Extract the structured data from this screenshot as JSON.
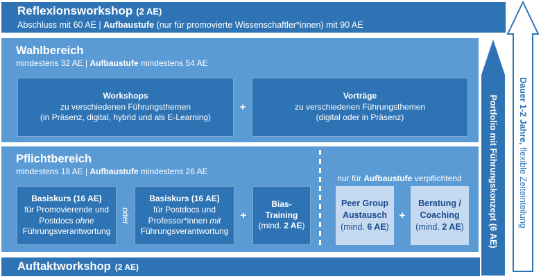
{
  "palette": {
    "dark_blue": "#2e74b5",
    "mid_blue": "#5b9bd5",
    "light_box_blue": "#c5daf0",
    "navy_text": "#1b4a8e",
    "white": "#ffffff"
  },
  "top_bar": {
    "title": "Reflexionsworkshop",
    "title_suffix": "(2 AE)",
    "subtitle_pre": "Abschluss mit 60 AE | ",
    "subtitle_bold": "Aufbaustufe",
    "subtitle_post": " (nur für promovierte Wissenschaftler*innen) mit 90 AE"
  },
  "wahlbereich": {
    "title": "Wahlbereich",
    "subtitle_pre": "mindestens 32 AE | ",
    "subtitle_bold": "Aufbaustufe",
    "subtitle_post": " mindestens 54 AE",
    "plus": "+",
    "box_workshops": {
      "title": "Workshops",
      "line2": "zu verschiedenen Führungsthemen",
      "line3": "(in Präsenz, digital, hybrid und als E-Learning)"
    },
    "box_vortraege": {
      "title": "Vorträge",
      "line2": "zu verschiedenen Führungsthemen",
      "line3": "(digital oder in Präsenz)"
    }
  },
  "pflichtbereich": {
    "title": "Pflichtbereich",
    "subtitle_pre": "mindestens 18 AE | ",
    "subtitle_bold": "Aufbaustufe",
    "subtitle_post": " mindestens 26 AE",
    "aufbau_note_pre": "nur für ",
    "aufbau_note_bold": "Aufbaustufe",
    "aufbau_note_post": " verpflichtend",
    "oder": "oder",
    "plus_left": "+",
    "plus_right": "+",
    "box_basiskurs_ohne": {
      "title": "Basiskurs (16 AE)",
      "line2": "für Promovierende und",
      "line3_pre": "Postdocs ",
      "line3_italic": "ohne",
      "line4": "Führungsverantwortung"
    },
    "box_basiskurs_mit": {
      "title": "Basiskurs (16 AE)",
      "line2": "für Postdocs und",
      "line3_pre": "Professor*innen ",
      "line3_italic": "mit",
      "line4": "Führungsverantwortung"
    },
    "box_bias": {
      "line1": "Bias-",
      "line2": "Training",
      "line3_pre": "(mind. ",
      "line3_bold": "2 AE",
      "line3_post": ")"
    },
    "box_peer": {
      "line1": "Peer Group",
      "line2": "Austausch",
      "line3_pre": "(mind. ",
      "line3_bold": "6 AE",
      "line3_post": ")"
    },
    "box_beratung": {
      "line1": "Beratung /",
      "line2": "Coaching",
      "line3_pre": "(mind. ",
      "line3_bold": "2 AE",
      "line3_post": ")"
    }
  },
  "bottom_bar": {
    "title": "Auftaktworkshop",
    "title_suffix": "(2 AE)"
  },
  "portfolio_arrow": {
    "label": "Portfolio mit Führungskonzept (6 AE)"
  },
  "duration_arrow": {
    "label_bold": "Dauer 1-2 Jahre,",
    "label_rest": " flexible Zeiteinteilung"
  }
}
